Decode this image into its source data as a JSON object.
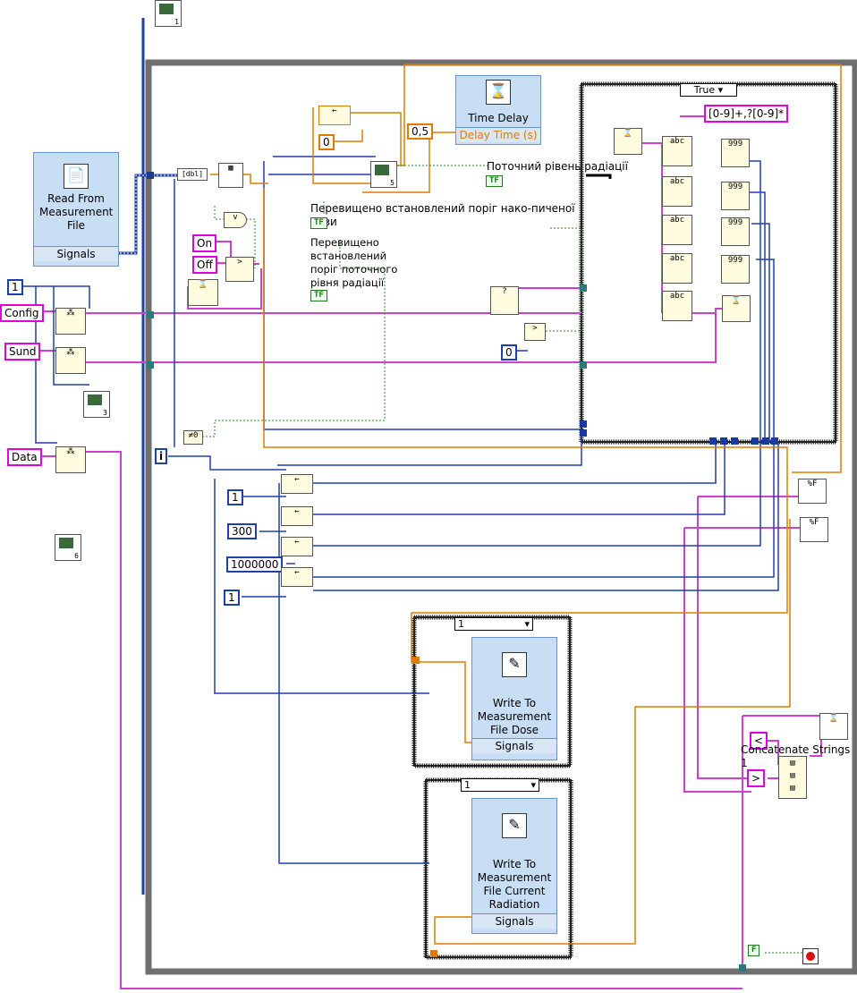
{
  "loop": {
    "iteration_label": "i",
    "stop_constant": "F"
  },
  "case_main": {
    "selector": "True"
  },
  "case_dose": {
    "selector": "1"
  },
  "case_current": {
    "selector": "1"
  },
  "read_file": {
    "title": "Read From Measurement File",
    "terminal": "Signals"
  },
  "time_delay": {
    "title": "Time Delay",
    "terminal": "Delay Time (s)"
  },
  "write_dose": {
    "title": "Write To Measurement File Dose",
    "terminal": "Signals"
  },
  "write_current": {
    "title": "Write To Measurement File Current Radiation",
    "terminal": "Signals"
  },
  "constants": {
    "one_top": "1",
    "config": "Config",
    "sund": "Sund",
    "data": "Data",
    "on": "On",
    "off": "Off",
    "zero_shift": "0",
    "delay_value": "0,5",
    "zero_compare": "0",
    "regex": "[0-9]+,?[0-9]*",
    "c1": "1",
    "c300": "300",
    "c1000000": "1000000",
    "c1b": "1",
    "lt": "<",
    "gt": ">"
  },
  "indicators": {
    "current_level": "Поточний рівень радіації",
    "dose_threshold": "Перевищено встановлений поріг нако-пиченої дози",
    "current_threshold": "Перевищено встановлений поріг поточного рівня радіації",
    "tf": "TF"
  },
  "concat_label": "Concatenate Strings 1",
  "probe_numbers": {
    "p1": "1",
    "p3": "3",
    "p5": "5",
    "p6": "6"
  },
  "colors": {
    "string_wire": "#e000e0",
    "numeric_wire": "#1f3fb0",
    "double_wire": "#e07b00",
    "boolean_wire": "#1f7a1f",
    "dynamic_wire": "#2040c0",
    "stop_button": "#e01010"
  }
}
